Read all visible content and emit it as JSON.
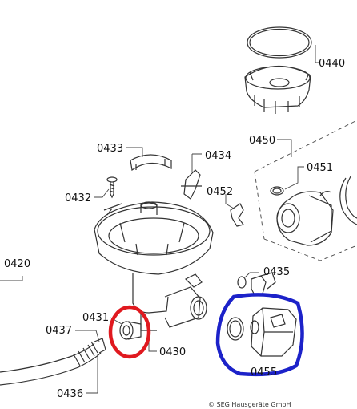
{
  "callouts": {
    "p0420": "0420",
    "p0430": "0430",
    "p0431": "0431",
    "p0432": "0432",
    "p0433": "0433",
    "p0434": "0434",
    "p0435": "0435",
    "p0436": "0436",
    "p0437": "0437",
    "p0440": "0440",
    "p0450": "0450",
    "p0451": "0451",
    "p0452": "0452",
    "p0455": "0455"
  },
  "copyright": "© SEG Hausgeräte GmbH",
  "highlights": {
    "red": "#e0191f",
    "blue": "#1c22c9"
  }
}
